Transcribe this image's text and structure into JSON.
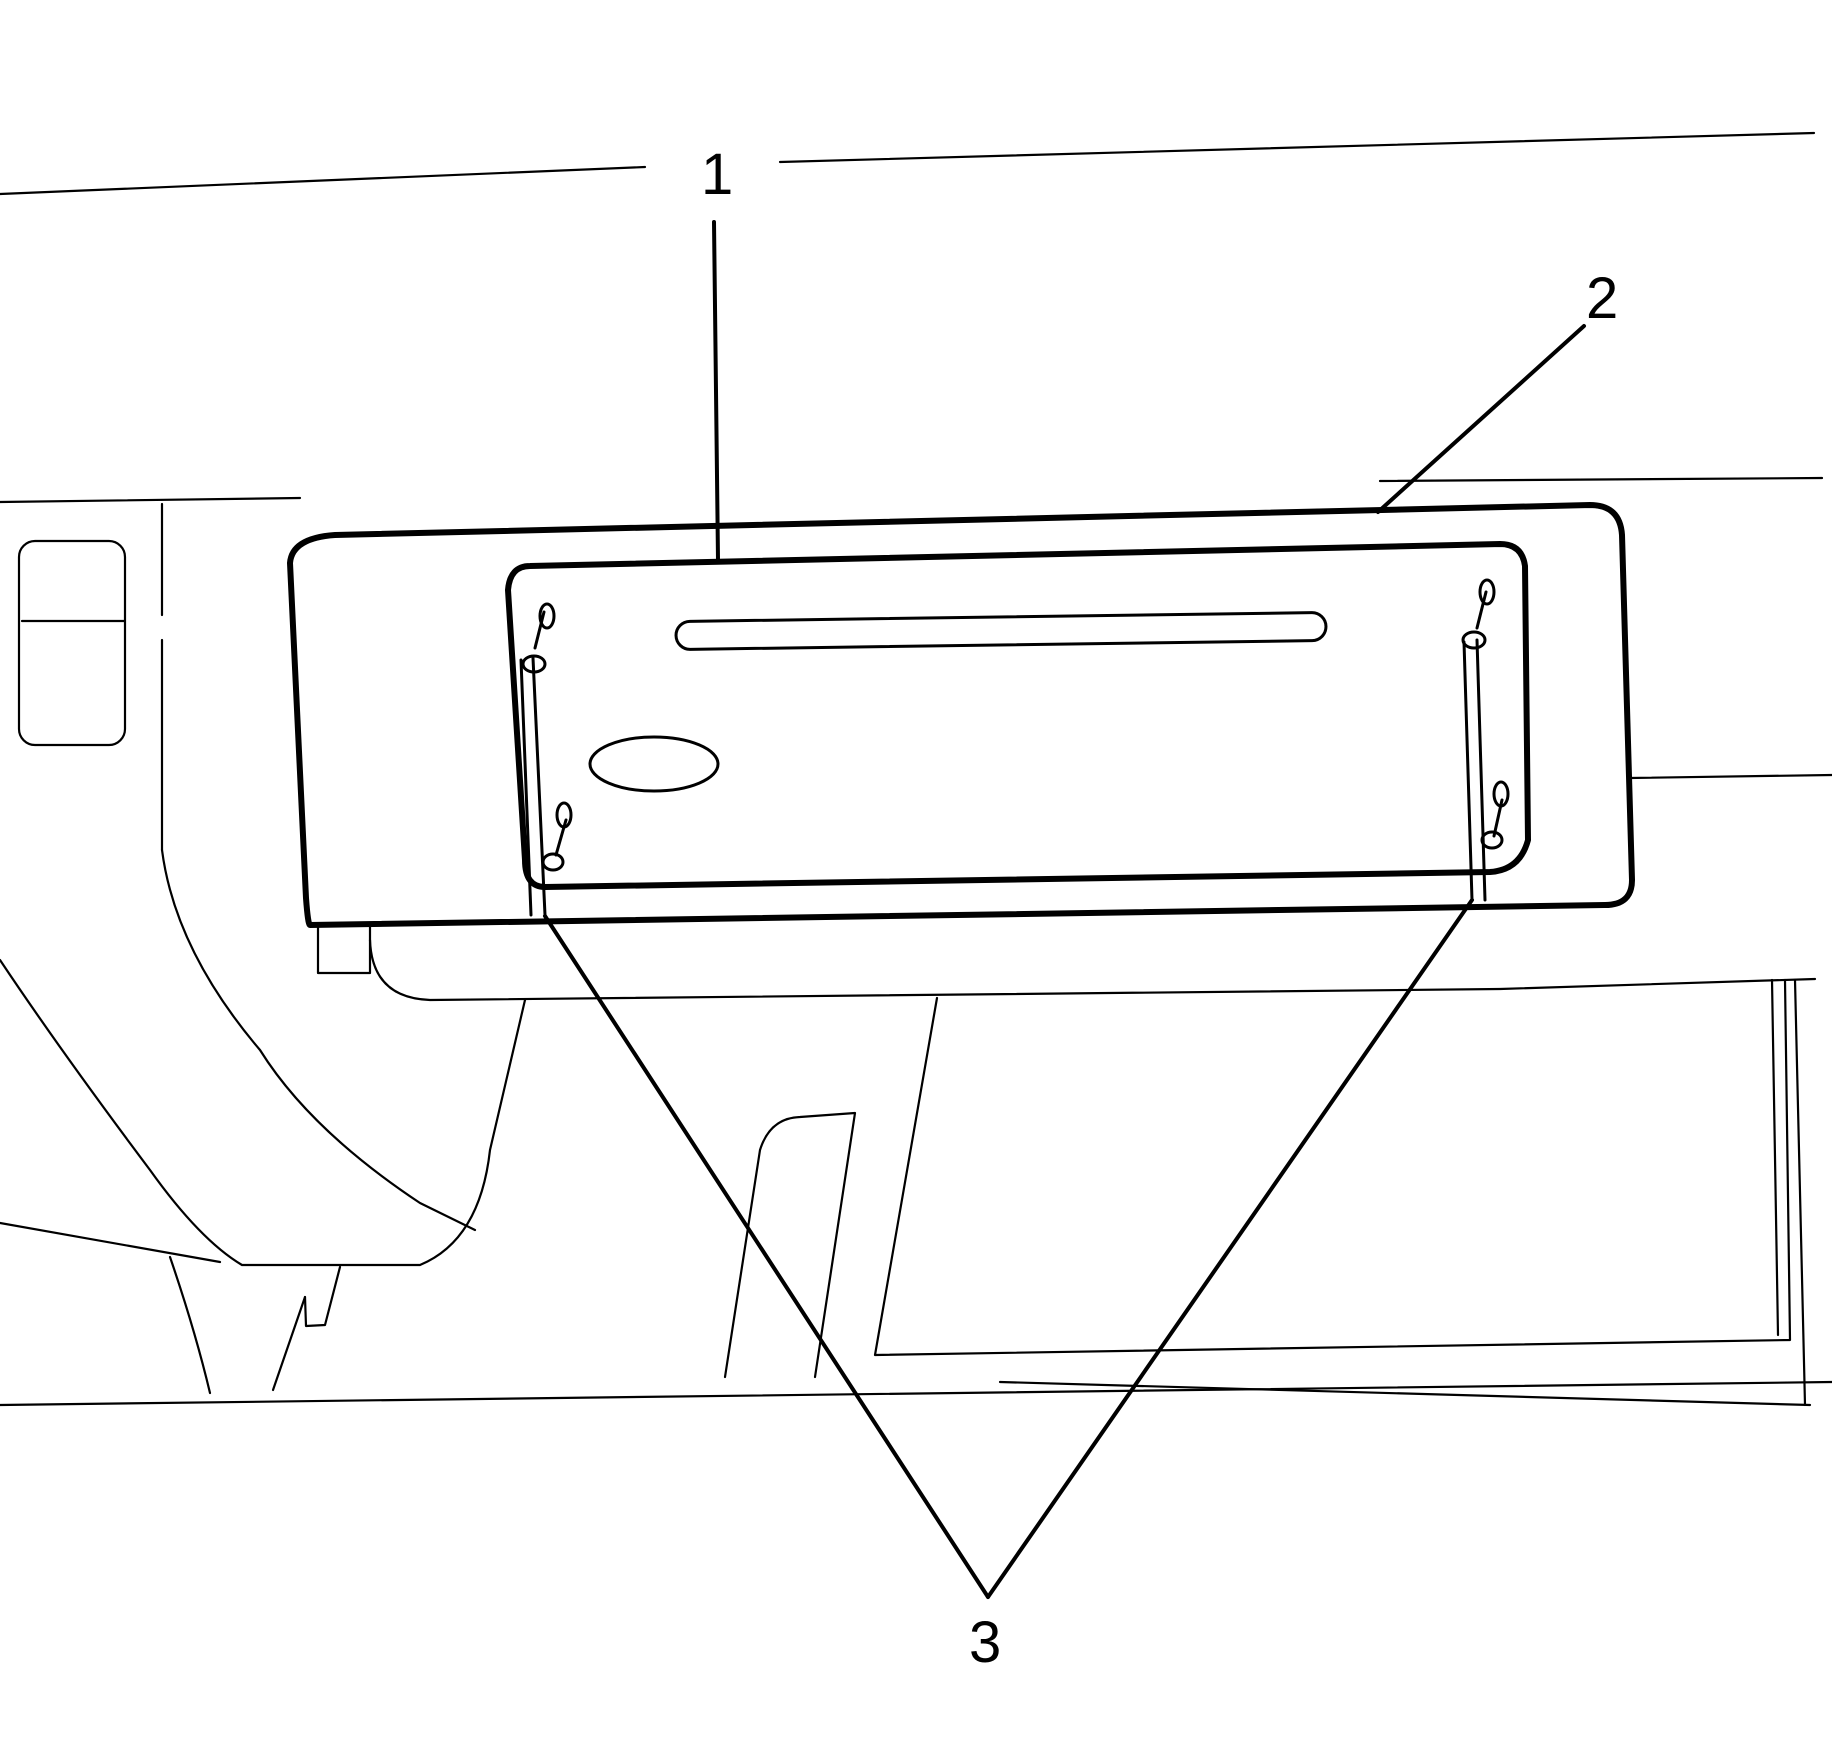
{
  "callouts": {
    "one": "1",
    "two": "2",
    "three": "3"
  },
  "colors": {
    "line": "#000000",
    "background": "#ffffff"
  }
}
